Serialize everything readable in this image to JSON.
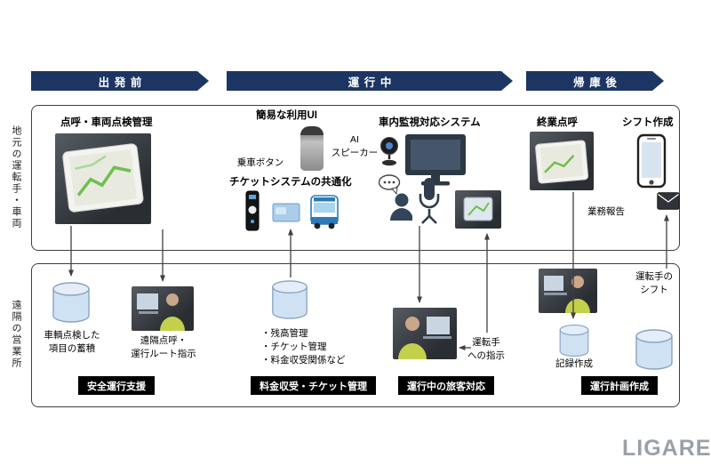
{
  "phases": [
    {
      "label": "出発前"
    },
    {
      "label": "運行中"
    },
    {
      "label": "帰庫後"
    }
  ],
  "lanes": {
    "top": "地元の運転手・車両",
    "bottom": "遠隔の営業所"
  },
  "top_lane": {
    "inspection_title": "点呼・車両点検管理",
    "simple_ui_title": "簡易な利用UI",
    "ride_button_label": "乗車ボタン",
    "ai_speaker_label": "AI\nスピーカー",
    "ticket_common_title": "チケットシステムの共通化",
    "monitoring_title": "車内監視対応システム",
    "closing_rollcall_title": "終業点呼",
    "shift_creation_title": "シフト作成",
    "work_report_label": "業務報告"
  },
  "bottom_lane": {
    "inspection_archive_note": "車輌点検した\n項目の蓄積",
    "remote_rollcall_note": "遠隔点呼・\n運行ルート指示",
    "safe_operation_label": "安全運行支援",
    "fare_items": [
      "・残高管理",
      "・チケット管理",
      "・料金収受関係など"
    ],
    "fare_label": "料金収受・チケット管理",
    "driver_instruction_note": "運転手\nへの指示",
    "passenger_label": "運行中の旅客対応",
    "record_note": "記録作成",
    "driver_shift_note": "運転手の\nシフト",
    "plan_label": "運行計画作成"
  },
  "logo": "LIGARE",
  "colors": {
    "header_navy": "#1c3563",
    "label_black": "#000000",
    "cylinder_fill": "#cfe2f3"
  }
}
